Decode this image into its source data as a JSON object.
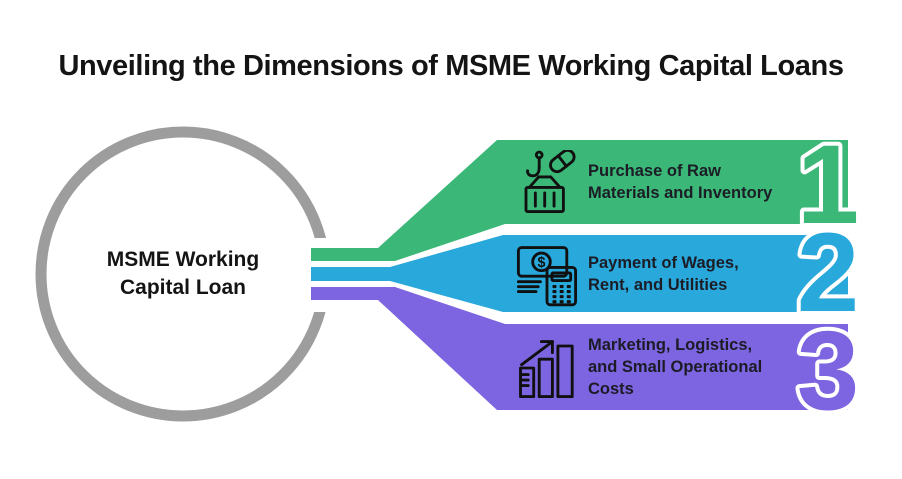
{
  "title": "Unveiling the Dimensions of MSME Working Capital Loans",
  "center_circle": {
    "line1": "MSME Working",
    "line2": "Capital Loan"
  },
  "items": [
    {
      "number": "1",
      "color": "#3bb878",
      "icon": "crane-load-icon",
      "lines": [
        "Purchase of Raw",
        "Materials and Inventory"
      ]
    },
    {
      "number": "2",
      "color": "#29a8dc",
      "icon": "cash-calculator-icon",
      "currency_symbol": "$",
      "lines": [
        "Payment of Wages,",
        "Rent, and Utilities"
      ]
    },
    {
      "number": "3",
      "color": "#7d64e0",
      "icon": "growth-chart-icon",
      "lines": [
        "Marketing, Logistics,",
        "and Small Operational",
        "Costs"
      ]
    }
  ],
  "colors": {
    "background": "#ffffff",
    "circle_ring": "#9d9d9d",
    "text_dark": "#1c1c26",
    "icon_stroke": "#101010",
    "number_outline": "#ffffff"
  }
}
